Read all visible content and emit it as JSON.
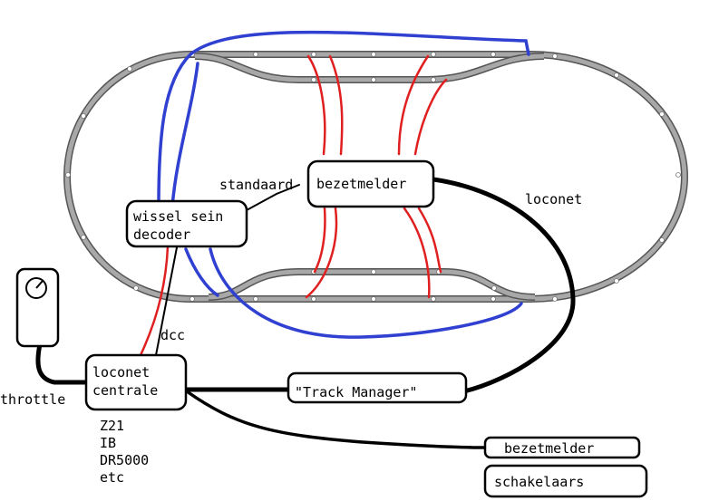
{
  "boxes": {
    "bezetmelder_center": "bezetmelder",
    "decoder_line1": "wissel sein",
    "decoder_line2": "decoder",
    "centrale_line1": "loconet",
    "centrale_line2": "centrale",
    "track_manager": "\"Track Manager\"",
    "bezetmelder_right": "bezetmelder",
    "schakelaars": "schakelaars"
  },
  "labels": {
    "standaard": "standaard",
    "loconet": "loconet",
    "dcc": "dcc",
    "throttle": "throttle"
  },
  "centrale_types": [
    "Z21",
    "IB",
    "DR5000",
    "etc"
  ],
  "colors": {
    "track_fill": "#a8a8a8",
    "track_edge": "#555555",
    "wire_red": "#e02020",
    "wire_blue": "#3040d0",
    "wire_black": "#000000"
  },
  "icons": {
    "throttle": "throttle-knob-icon"
  }
}
